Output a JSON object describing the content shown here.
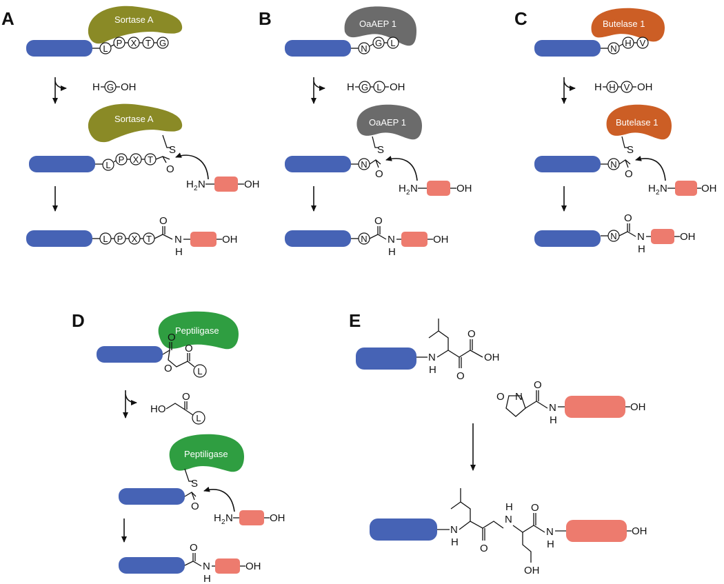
{
  "panels": {
    "A": {
      "letter": "A",
      "enzyme": "Sortase A",
      "color": "#8a8a26",
      "motif": [
        "L",
        "P",
        "X",
        "T",
        "G"
      ],
      "leaving": [
        "G"
      ],
      "thioester": [
        "L",
        "P",
        "X",
        "T"
      ],
      "product": [
        "L",
        "P",
        "X",
        "T"
      ]
    },
    "B": {
      "letter": "B",
      "enzyme": "OaAEP 1",
      "color": "#6b6b6b",
      "motif": [
        "N",
        "G",
        "L"
      ],
      "leaving": [
        "G",
        "L"
      ],
      "thioester": [
        "N"
      ],
      "product": [
        "N"
      ]
    },
    "C": {
      "letter": "C",
      "enzyme": "Butelase 1",
      "color": "#cc5e25",
      "motif": [
        "N",
        "H",
        "V"
      ],
      "leaving": [
        "H",
        "V"
      ],
      "thioester": [
        "N"
      ],
      "product": [
        "N"
      ]
    },
    "D": {
      "letter": "D",
      "enzyme": "Peptiligase",
      "color": "#2f9e41",
      "ester_residue": "L",
      "leaving_residue": "L"
    },
    "E": {
      "letter": "E"
    }
  },
  "chem": {
    "H": "H",
    "OH": "OH",
    "N": "N",
    "NH": "N",
    "O": "O",
    "S": "S",
    "HO": "HO",
    "H2": "H",
    "two": "2"
  },
  "colors": {
    "blue": "#4663b5",
    "salmon": "#ed7b6e"
  }
}
